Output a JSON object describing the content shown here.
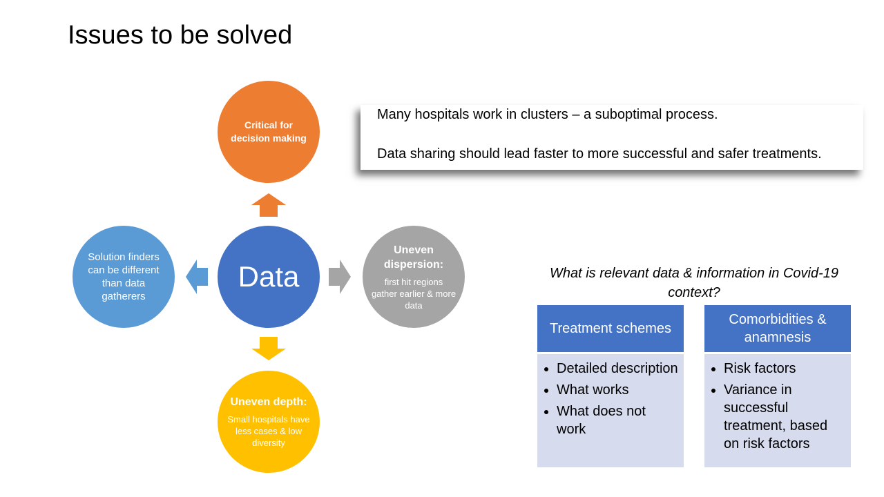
{
  "title": "Issues to be solved",
  "diagram": {
    "center": "Data",
    "top": {
      "label": "Critical for decision making"
    },
    "left": {
      "label": "Solution finders can be different than data gatherers"
    },
    "right": {
      "heading": "Uneven dispersion:",
      "detail": "first hit regions gather earlier & more data"
    },
    "bottom": {
      "heading": "Uneven depth:",
      "detail": "Small hospitals have less cases & low diversity"
    }
  },
  "callout": {
    "line1": "Many hospitals work in clusters – a suboptimal process.",
    "line2": "Data sharing should lead faster to more successful and safer treatments."
  },
  "question": "What is relevant data & information in Covid-19 context?",
  "columns": [
    {
      "header": "Treatment schemes",
      "items": [
        "Detailed description",
        "What works",
        "What does not work"
      ]
    },
    {
      "header": "Comorbidities & anamnesis",
      "items": [
        "Risk factors",
        "Variance in successful treatment, based on risk factors"
      ]
    }
  ],
  "colors": {
    "orange": "#ED7D31",
    "blue": "#4472C4",
    "light_blue": "#5B9BD5",
    "gray": "#A5A5A5",
    "yellow": "#FFC000",
    "column_body": "#D6DCEE"
  }
}
